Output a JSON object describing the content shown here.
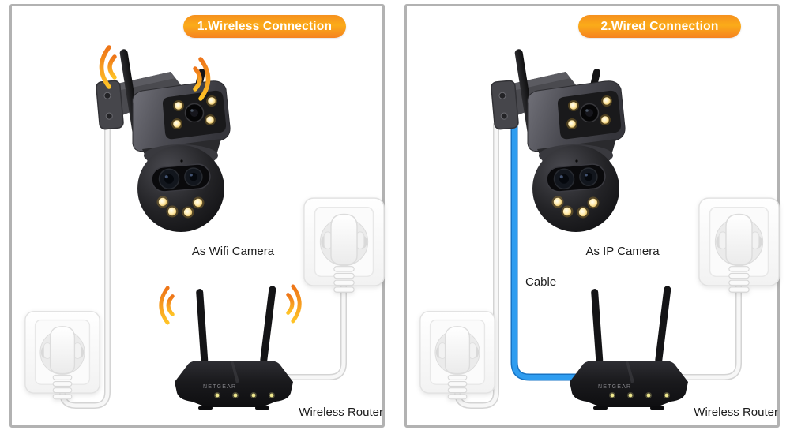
{
  "panels": {
    "wireless": {
      "badge": "1.Wireless Connection",
      "camera_label": "As Wifi Camera",
      "router_label": "Wireless Router",
      "router_brand": "NETGEAR"
    },
    "wired": {
      "badge": "2.Wired Connection",
      "camera_label": "As IP Camera",
      "cable_label": "Cable",
      "router_label": "Wireless Router",
      "router_brand": "NETGEAR"
    }
  },
  "icons": {
    "wifi_signal": "wifi-signal-arcs"
  },
  "colors": {
    "badge_orange_top": "#f6911e",
    "badge_orange_bottom": "#f58220",
    "wifi_orange": "#ee7518",
    "wifi_yellow": "#ffc326",
    "ethernet_blue": "#2f9df0",
    "panel_border": "#b2b2b2",
    "led_yellow": "#ffe9a8"
  }
}
